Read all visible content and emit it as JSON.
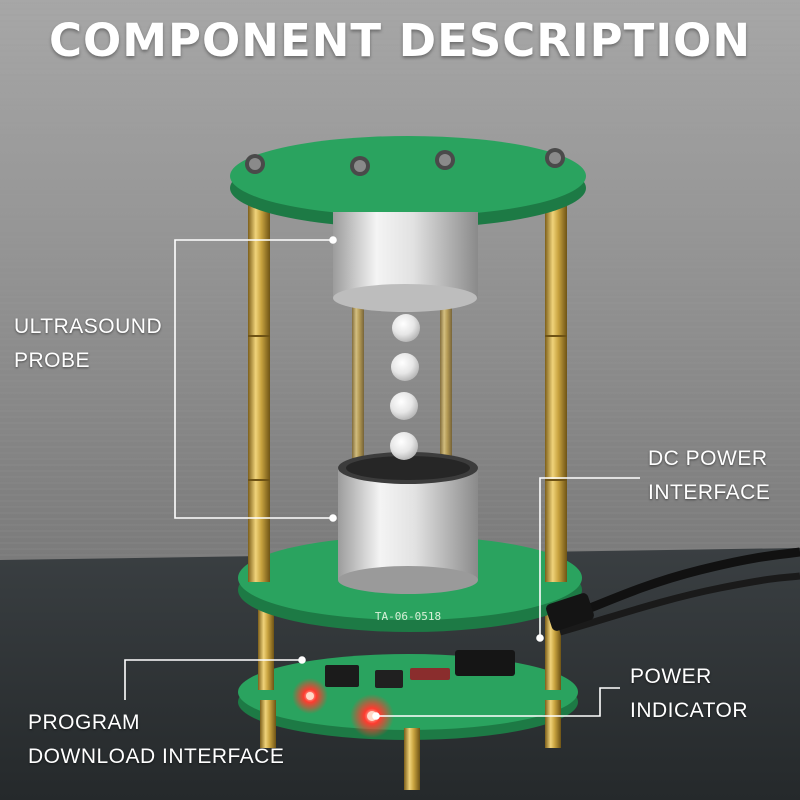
{
  "title": "COMPONENT DESCRIPTION",
  "labels": {
    "ultrasound_probe": [
      "ULTRASOUND",
      "PROBE"
    ],
    "dc_power_interface": [
      "DC POWER",
      "INTERFACE"
    ],
    "power_indicator": [
      "POWER",
      "INDICATOR"
    ],
    "program_download_interface": [
      "PROGRAM",
      "DOWNLOAD INTERFACE"
    ]
  },
  "board_print": "TA-06-0518",
  "colors": {
    "wall": "#8f8f8f",
    "table": "#2e3336",
    "pcb": "#2aa35f",
    "brass": "#c9a440",
    "callout": "#ffffff",
    "led": "#ff3b2f"
  }
}
